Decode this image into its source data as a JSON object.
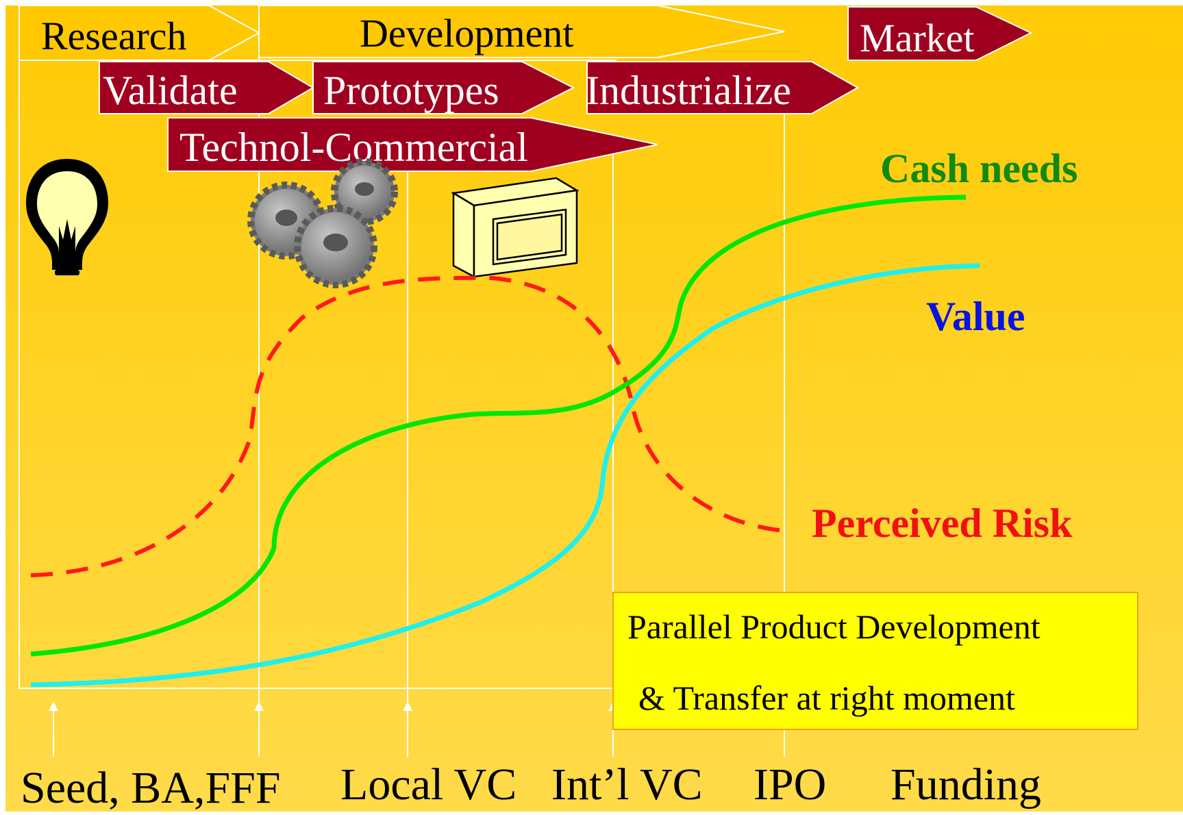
{
  "phases": {
    "research": "Research",
    "development": "Development",
    "market": "Market"
  },
  "steps": {
    "validate": "Validate",
    "prototypes": "Prototypes",
    "industrialize": "Industrialize",
    "technol_commercial": "Technol-Commercial"
  },
  "curves": {
    "cash_needs": "Cash needs",
    "value": "Value",
    "perceived_risk": "Perceived Risk"
  },
  "note": {
    "line1": "Parallel Product Development",
    "line2": "& Transfer at right moment"
  },
  "funding": {
    "seed": "Seed, BA,FFF",
    "local_vc": "Local VC",
    "intl_vc": "Int’l VC",
    "ipo": "IPO",
    "label": "Funding"
  },
  "colors": {
    "background_top": "#FFCB05",
    "background_bottom": "#FFDB4A",
    "banner": "#A0001F",
    "cash_needs": "#00E600",
    "value": "#1EF0EE",
    "perceived_risk": "#FF1A1A",
    "cash_needs_label": "#108A10",
    "value_label": "#0A14E0",
    "perceived_risk_label": "#F01010",
    "note_box": "#FFFF00"
  },
  "icons": [
    "lightbulb-icon",
    "gears-icon",
    "computer-monitor-icon"
  ]
}
